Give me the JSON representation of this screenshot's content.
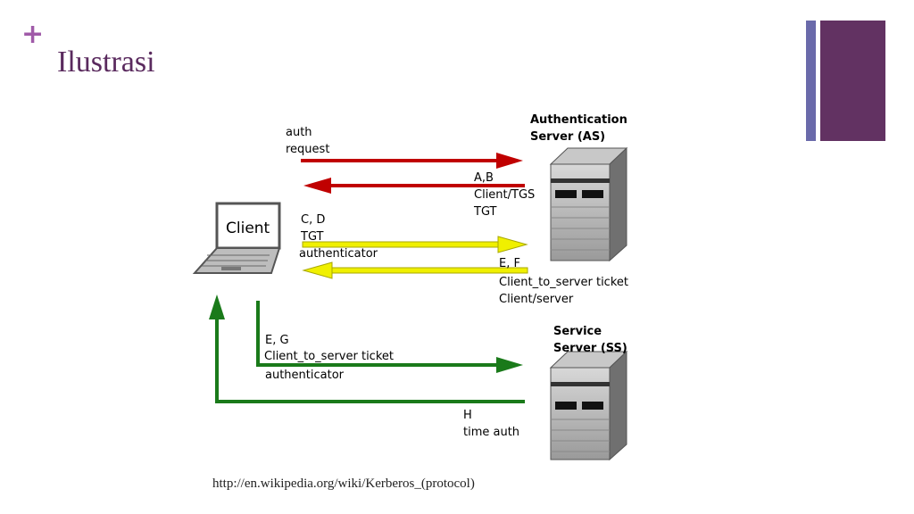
{
  "slide": {
    "plus": "+",
    "title": "Ilustrasi",
    "source": "http://en.wikipedia.org/wiki/Kerberos_(protocol)"
  },
  "diagram": {
    "client_label": "Client",
    "as_title_1": "Authentication",
    "as_title_2": "Server (AS)",
    "ss_title_1": "Service",
    "ss_title_2": "Server (SS)",
    "msg_auth_1": "auth",
    "msg_auth_2": "request",
    "msg_ab_1": "A,B",
    "msg_ab_2": "Client/TGS",
    "msg_ab_3": "TGT",
    "msg_cd_1": "C, D",
    "msg_cd_2": "TGT",
    "msg_cd_3": "authenticator",
    "msg_ef_1": "E, F",
    "msg_ef_2": "Client_to_server ticket",
    "msg_ef_3": "Client/server",
    "msg_eg_1": "E, G",
    "msg_eg_2": "Client_to_server ticket",
    "msg_eg_3": "authenticator",
    "msg_h_1": "H",
    "msg_h_2": "time auth"
  },
  "colors": {
    "accent_purple": "#623262",
    "accent_blue": "#6a6aaa",
    "arrow_red": "#c00000",
    "arrow_yellow": "#f0f000",
    "arrow_green": "#1a7a1a"
  }
}
